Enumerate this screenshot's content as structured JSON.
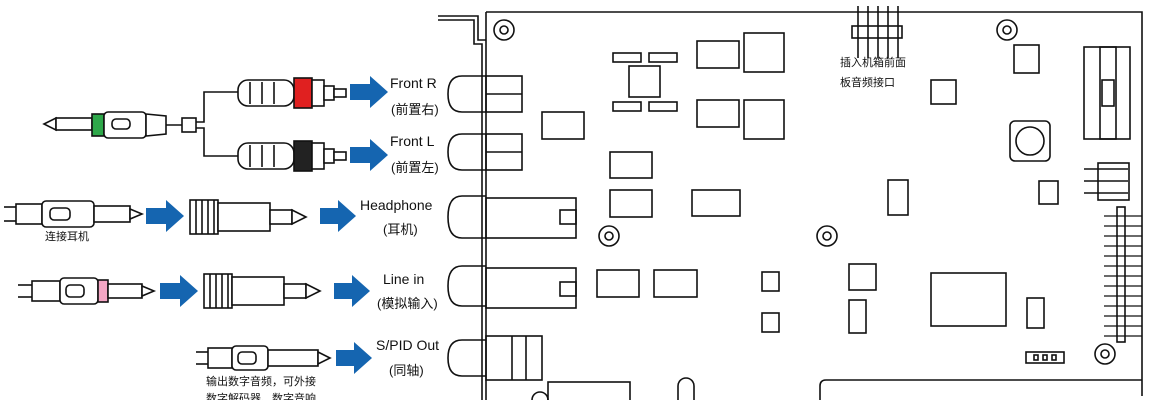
{
  "ports": [
    {
      "id": "front-r",
      "label": "Front R",
      "sub": "(前置右)"
    },
    {
      "id": "front-l",
      "label": "Front L",
      "sub": "(前置左)"
    },
    {
      "id": "headphone",
      "label": "Headphone",
      "sub": "(耳机)"
    },
    {
      "id": "line-in",
      "label": "Line in",
      "sub": "(模拟输入)"
    },
    {
      "id": "spdif-out",
      "label": "S/PID Out",
      "sub": "(同轴)"
    }
  ],
  "notes": {
    "headphone_connect": "连接耳机",
    "spdif_note_line1": "输出数字音频，可外接",
    "spdif_note_line2": "数字解码器、数字音响",
    "front_panel_line1": "插入机箱前面",
    "front_panel_line2": "板音频接口"
  },
  "colors": {
    "arrow": "#1565b0",
    "red_ring": "#e02020",
    "green_ring": "#2ea84a",
    "pink_ring": "#f4a6c4",
    "outline": "#111111"
  }
}
